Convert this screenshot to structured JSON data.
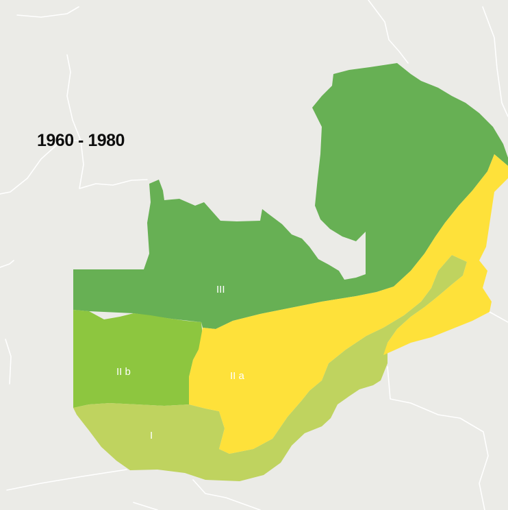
{
  "map": {
    "title": "1960 - 1980",
    "background_color": "#ebebe7",
    "border_color": "#ffffff",
    "zones": [
      {
        "id": "zone-iii",
        "label": "III",
        "color": "#67b054"
      },
      {
        "id": "zone-iib",
        "label": "II b",
        "color": "#8dc63f"
      },
      {
        "id": "zone-iia",
        "label": "II a",
        "color": "#fee13a"
      },
      {
        "id": "zone-i",
        "label": "I",
        "color": "#bfd35f"
      }
    ]
  }
}
